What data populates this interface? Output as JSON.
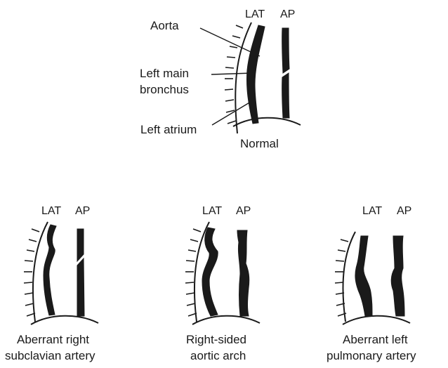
{
  "colors": {
    "ink": "#1a1a1a",
    "background": "#ffffff"
  },
  "normal": {
    "header_lat": "LAT",
    "header_ap": "AP",
    "label_aorta": "Aorta",
    "label_bronchus_1": "Left main",
    "label_bronchus_2": "bronchus",
    "label_atrium": "Left atrium",
    "caption": "Normal"
  },
  "panels": [
    {
      "header_lat": "LAT",
      "header_ap": "AP",
      "caption_1": "Aberrant right",
      "caption_2": "subclavian artery"
    },
    {
      "header_lat": "LAT",
      "header_ap": "AP",
      "caption_1": "Right-sided",
      "caption_2": "aortic arch"
    },
    {
      "header_lat": "LAT",
      "header_ap": "AP",
      "caption_1": "Aberrant left",
      "caption_2": "pulmonary artery"
    }
  ]
}
